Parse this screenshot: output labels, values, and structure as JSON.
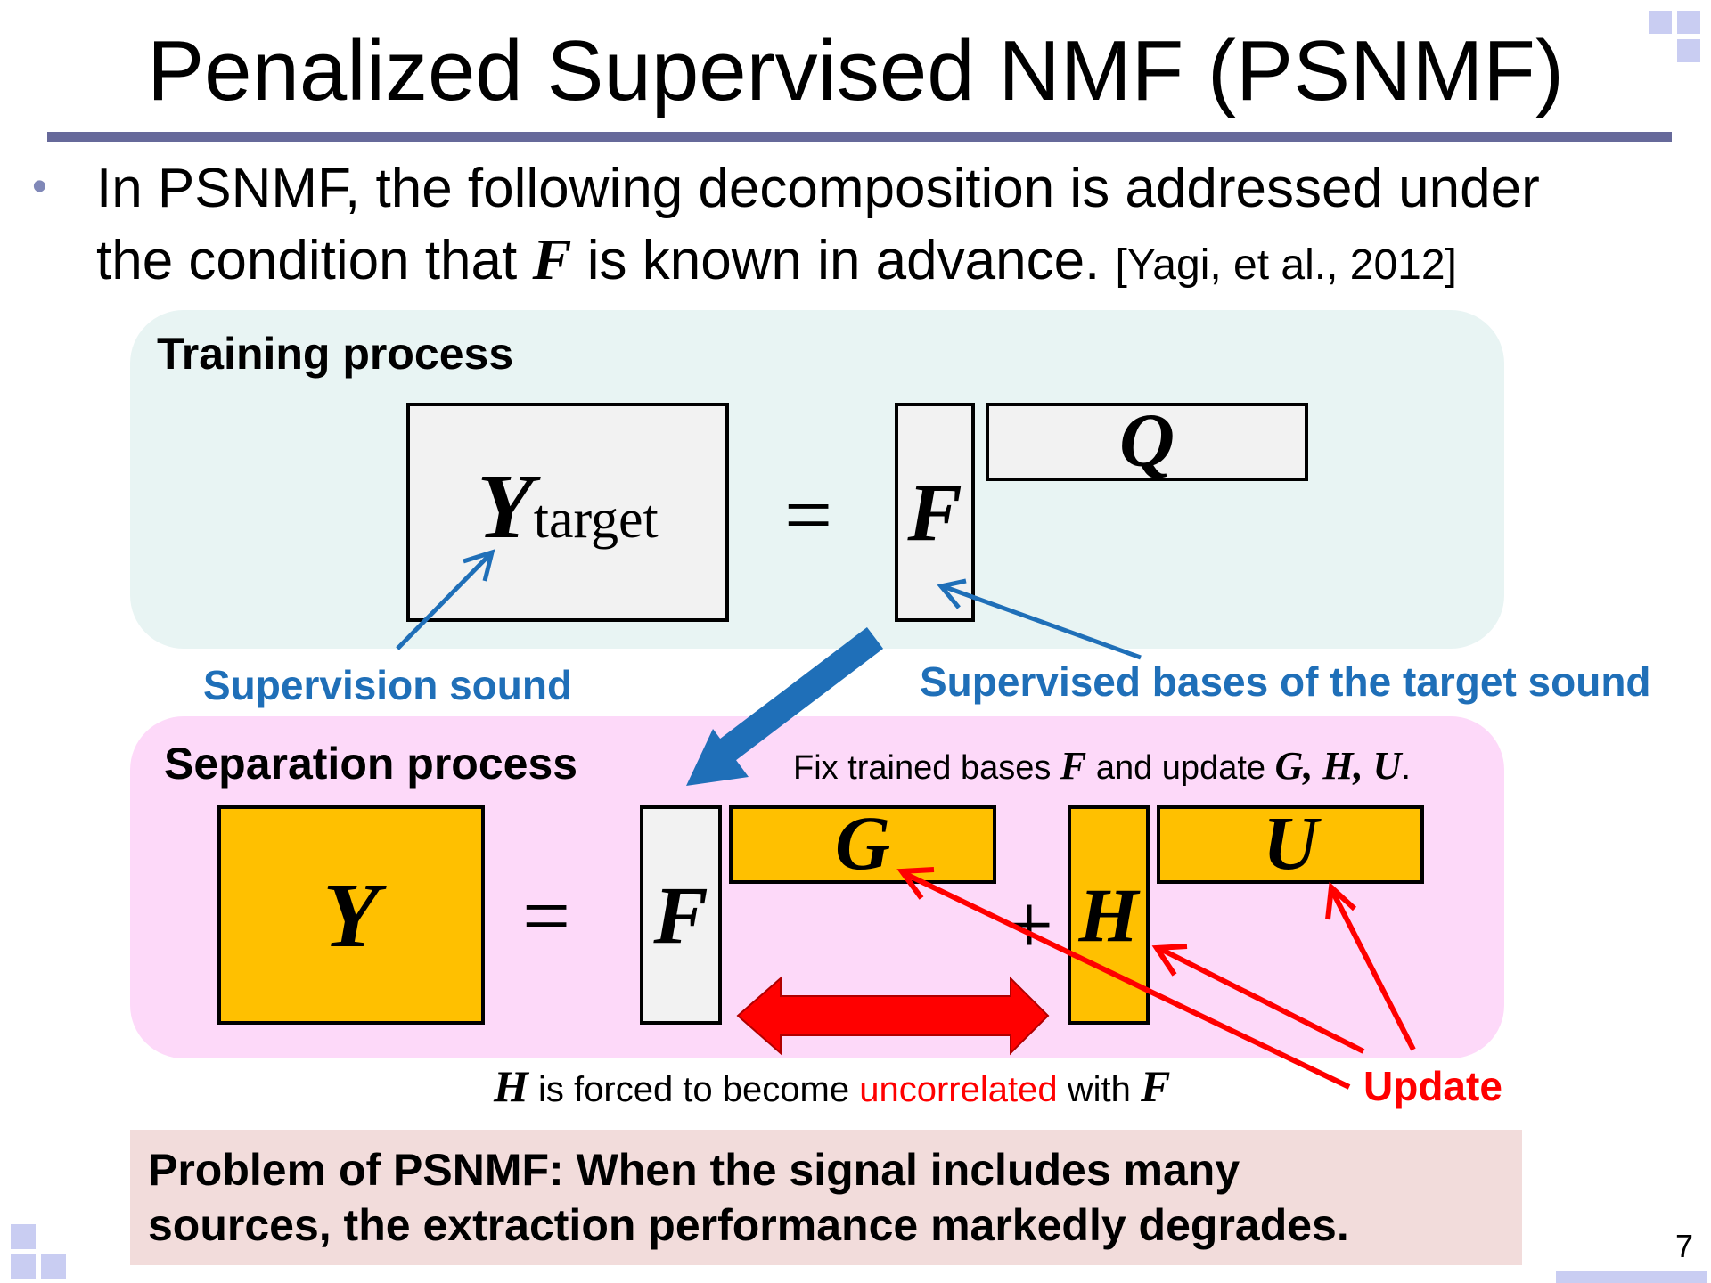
{
  "slide": {
    "title": "Penalized Supervised NMF (PSNMF)",
    "bullet_mark": "•",
    "bullet_line1": "In PSNMF, the following decomposition is addressed under",
    "bullet_line2_pre": "the condition that ",
    "bullet_line2_var": "F",
    "bullet_line2_post": " is known in advance. ",
    "citation": "[Yagi, et al., 2012]",
    "page_number": "7"
  },
  "training": {
    "header": "Training process",
    "y_symbol": "Y",
    "y_subscript": "target",
    "equals": "=",
    "f_symbol": "F",
    "q_symbol": "Q",
    "label_supervision": "Supervision sound",
    "label_bases": "Supervised bases of the target sound"
  },
  "separation": {
    "header": "Separation process",
    "note_pre": "Fix trained bases ",
    "note_var": "F",
    "note_mid": " and update ",
    "note_vars": "G, H, U",
    "note_end": ".",
    "y_symbol": "Y",
    "equals": "=",
    "f_symbol": "F",
    "g_symbol": "G",
    "plus": "+",
    "h_symbol": "H",
    "u_symbol": "U",
    "constraint_var1": "H",
    "constraint_pre": " is forced to become ",
    "constraint_red": "uncorrelated",
    "constraint_post": " with ",
    "constraint_var2": "F",
    "update_label": "Update"
  },
  "problem": {
    "line1": "Problem of PSNMF: When the signal includes many",
    "line2": "sources, the extraction performance markedly degrades."
  },
  "colors": {
    "title_rule": "#66699a",
    "training_panel": "#e8f4f3",
    "separation_panel": "#fdd9f9",
    "matrix_fill_gray": "#f2f2f2",
    "matrix_fill_orange": "#ffc000",
    "blue_arrow": "#1f6fb8",
    "red_arrow": "#ff0000",
    "problem_box": "#f2dcdb",
    "corner_squares": "#c9cdf2"
  }
}
